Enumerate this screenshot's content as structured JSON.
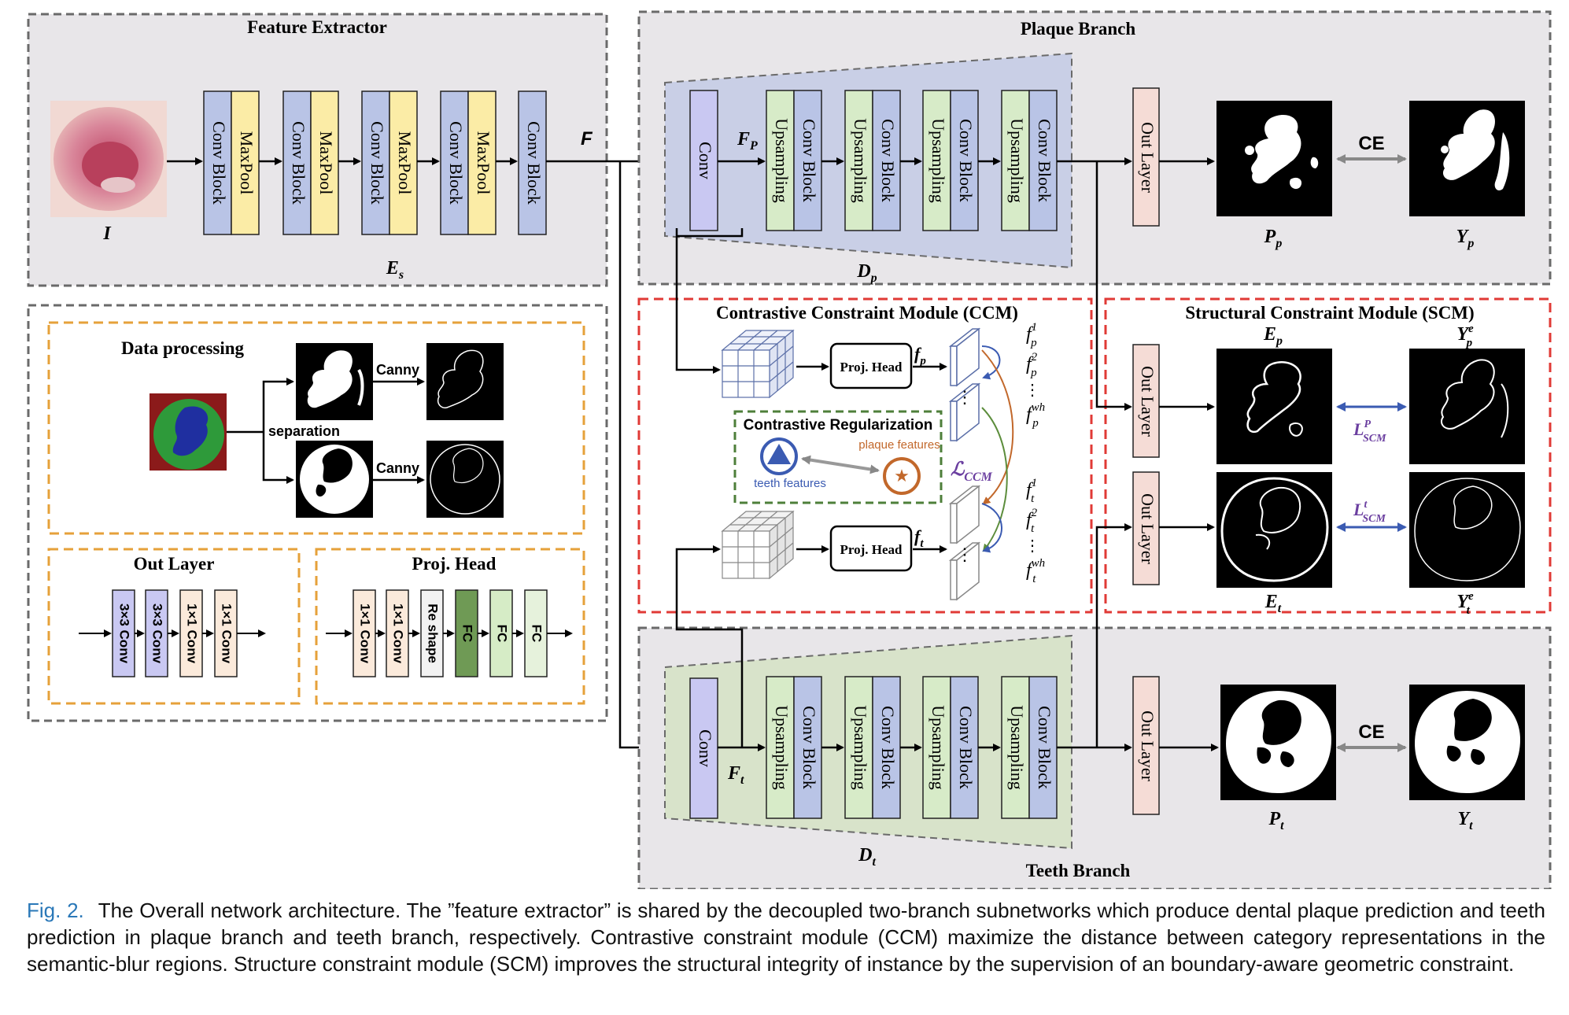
{
  "sections": {
    "feature_extractor": "Feature Extractor",
    "plaque_branch": "Plaque Branch",
    "teeth_branch": "Teeth Branch",
    "ccm": "Contrastive Constraint Module (CCM)",
    "scm": "Structural Constraint Module (SCM)",
    "data_processing": "Data processing",
    "out_layer_legend": "Out Layer",
    "proj_head_legend": "Proj. Head",
    "contrastive_regularization": "Contrastive Regularization"
  },
  "labels": {
    "I": "I",
    "Es": "E",
    "Es_sub": "s",
    "F": "F",
    "Fp": "F",
    "Fp_sub": "P",
    "Ft": "F",
    "Ft_sub": "t",
    "Dp": "D",
    "Dp_sub": "p",
    "Dt": "D",
    "Dt_sub": "t",
    "Pp": "P",
    "Pp_sub": "p",
    "Yp": "Y",
    "Yp_sub": "p",
    "Pt": "P",
    "Pt_sub": "t",
    "Yt": "Y",
    "Yt_sub": "t",
    "Ep": "E",
    "Ep_sub": "p",
    "Ype": "Y",
    "Ype_sup": "e",
    "Ype_sub": "p",
    "Et": "E",
    "Et_sub": "t",
    "Yte": "Y",
    "Yte_sup": "e",
    "Yte_sub": "t",
    "ce": "CE",
    "lscm": "L",
    "lscm_p_sup": "P",
    "lscm_t_sup": "t",
    "lscm_sub": "SCM",
    "lccm": "ℒ",
    "lccm_sub": "CCM",
    "fp": "f",
    "fp_sub": "p",
    "ft": "f",
    "ft_sub": "t",
    "fp1_sup": "1",
    "fp2_sup": "2",
    "fpwh_sup": "wh",
    "ft1_sup": "1",
    "ft2_sup": "2",
    "ftwh_sup": "wh",
    "f_base": "f",
    "p_sub": "p",
    "t_sub": "t",
    "dots": "⋮",
    "hdots": "…",
    "canny": "Canny",
    "separation": "separation",
    "teeth_features": "teeth features",
    "plaque_features": "plaque features"
  },
  "blocks": {
    "conv_block": "Conv Block",
    "maxpool": "MaxPool",
    "conv": "Conv",
    "upsampling": "Upsampling",
    "out_layer": "Out Layer",
    "proj_head": "Proj. Head",
    "conv3": "3×3 Conv",
    "conv1": "1×1 Conv",
    "reshape": "Re shape",
    "fc": "FC"
  },
  "colors": {
    "conv_block": "#b9c4e6",
    "maxpool": "#fbeca6",
    "conv": "#c9c8f2",
    "upsampling": "#d7ebc8",
    "out_layer": "#f5dcd6",
    "conv1": "#fbeadb",
    "fc_dark": "#6f9a55",
    "fc_light": "#d6ecc6",
    "plaque_region": "#c9cfe6",
    "teeth_region": "#d8e3ca",
    "branch_bg": "#e8e6e9",
    "red_dash": "#e03a36",
    "orange_dash": "#e6a13a",
    "green_dash": "#4e7f3a",
    "blue_arrow": "#3b5bb2",
    "orange_arrow": "#c2682b",
    "green_arrow": "#5c8d3c",
    "purple_text": "#6b3fa0",
    "caption_blue": "#2a78b8"
  },
  "caption": {
    "fig": "Fig. 2.",
    "text": "The Overall network architecture. The ”feature extractor” is shared by the decoupled two-branch subnetworks which produce dental plaque prediction and teeth prediction in plaque branch and teeth branch, respectively. Contrastive constraint module (CCM) maximize the distance between category representations in the semantic-blur regions. Structure constraint module (SCM) improves the structural integrity of instance by the supervision of an boundary-aware geometric constraint."
  }
}
